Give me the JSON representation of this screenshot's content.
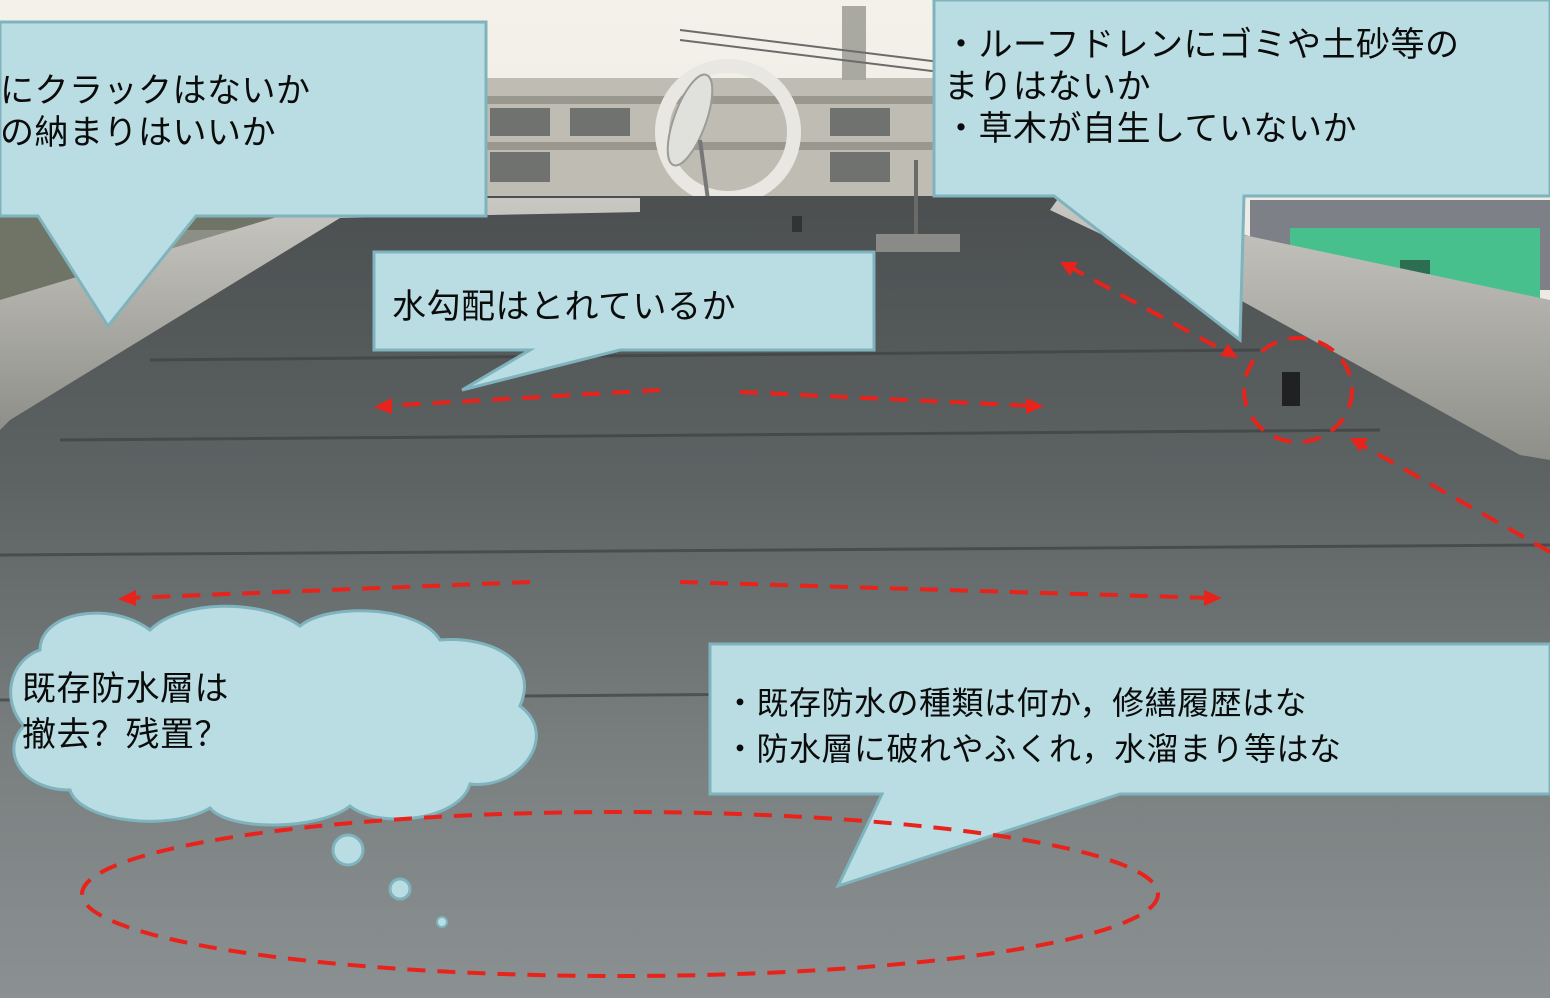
{
  "callouts": {
    "top_left": "にクラックはないか\nの納まりはいいか",
    "top_right": "・ルーフドレンにゴミや土砂等の\nまりはないか\n・草木が自生していないか",
    "middle": "水勾配はとれているか",
    "cloud": "既存防水層は\n撤去？残置？",
    "bottom": "・既存防水の種類は何か，修繕履歴はな\n・防水層に破れやふくれ，水溜まり等はな"
  },
  "colors": {
    "callout_fill": "#b9dde3",
    "callout_stroke": "#7fb3bd",
    "dash_red": "#e8231c",
    "roof_dark": "#4b4f50",
    "roof_light": "#8b9192",
    "background": "#f6ecd6"
  }
}
